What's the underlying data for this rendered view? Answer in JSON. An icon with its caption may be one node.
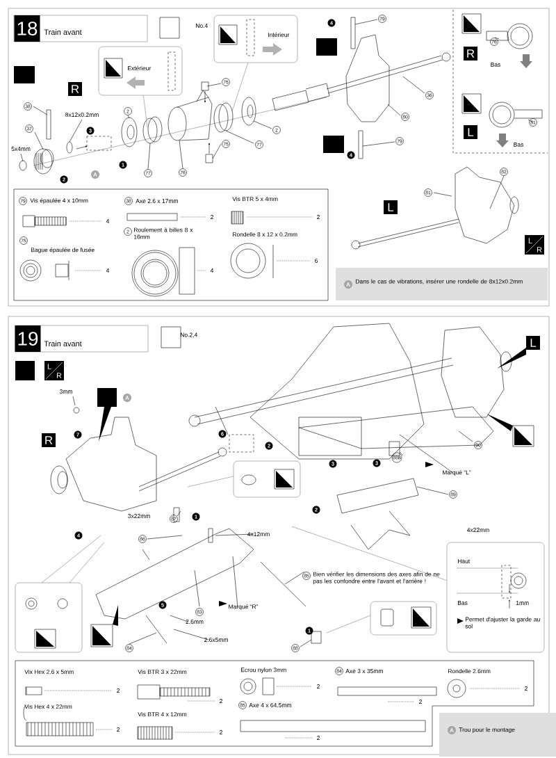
{
  "diagram": {
    "nodes": [
      {
        "text": [
          "18",
          "Train avant"
        ]
      },
      {
        "text": [
          "Extérieur"
        ]
      },
      {
        "text": [
          "Intérieur"
        ]
      },
      {
        "text": [
          "79",
          "Vis épaulée 4 x 10mm",
          "4",
          "75",
          "Bague épaulée de fusée",
          "4",
          "38",
          "Axe 2.6 x 17mm",
          "2",
          "2",
          "Roulement à billes 8 x 16mm",
          "4",
          "Vis BTR 5 x 4mm",
          "2",
          "Rondelle 8 x 12 x 0.2mm",
          "6"
        ]
      },
      {
        "text": [
          "A",
          "Dans le cas de vibrations, insérer une rondelle de 8x12x0.2mm"
        ]
      },
      {
        "text": [
          "19",
          "Train avant"
        ]
      },
      {
        "text": [
          "Haut",
          "Bas",
          "1mm",
          "Permet d'ajuster la garde au sol"
        ]
      },
      {
        "text": [
          "Vix Hex 2.6 x 5mm",
          "2",
          "Vis Hex 4 x 22mm",
          "2",
          "Vis BTR 3 x 22mm",
          "2",
          "Vis BTR 4 x 12mm",
          "2",
          "Ecrou nylon 3mm",
          "2",
          "85",
          "Axe 4 x 64.5mm",
          "2",
          "84",
          "Axe 3 x 35mm",
          "2",
          "Rondelle 2.6mm",
          "2"
        ]
      },
      {
        "text": [
          "A",
          "Trou pour le montage"
        ]
      }
    ],
    "edges": [
      {
        "from": 1,
        "to": null,
        "arrow": "none"
      },
      {
        "from": 2,
        "to": null,
        "arrow": "none"
      },
      {
        "from": 6,
        "to": null,
        "arrow": "none"
      }
    ],
    "labels": [
      "No.4",
      "R",
      "38",
      "8x12x0.2mm",
      "37",
      "3",
      "5x4mm",
      "2",
      "1",
      "A",
      "2",
      "77",
      "76",
      "75",
      "75",
      "77",
      "2",
      "4",
      "79",
      "36",
      "80",
      "4",
      "79",
      "R",
      "76",
      "Bas",
      "L",
      "81",
      "Bas",
      "L",
      "81",
      "82",
      "L",
      "R",
      "No.2,4",
      "L",
      "R",
      "3mm",
      "A",
      "7",
      "R",
      "6",
      "2",
      "L",
      "90",
      "3",
      "3",
      "88B",
      "Marqué “L”",
      "89",
      "2",
      "3x22mm",
      "87",
      "1",
      "4x22mm",
      "4",
      "86",
      "4x12mm",
      "85",
      "Bien vérifier les dimensions des axes afin de ne pas les confondre entre l'avant et l'arrière !",
      "5",
      "Marqué “R”",
      "83",
      "2.6mm",
      "2.6x5mm",
      "1",
      "84",
      "88"
    ]
  }
}
